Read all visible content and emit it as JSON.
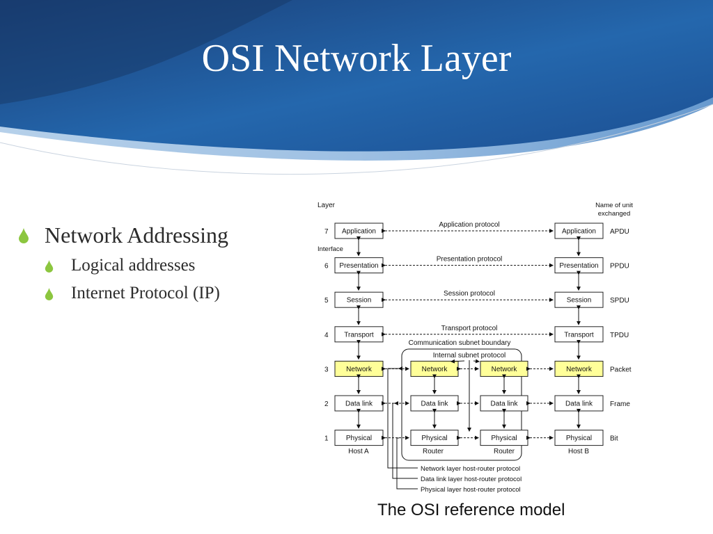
{
  "slide": {
    "title": "OSI Network Layer",
    "bullet_icon": "water-drop-icon",
    "accent_color": "#8cc63f",
    "bullets": [
      {
        "text": "Network Addressing",
        "sub": [
          "Logical addresses",
          "Internet Protocol (IP)"
        ]
      }
    ]
  },
  "diagram": {
    "header": {
      "layer": "Layer",
      "unit_name": "Name of unit exchanged"
    },
    "interface_label": "Interface",
    "layers": [
      {
        "num": "7",
        "name": "Application",
        "protocol": "Application protocol",
        "unit": "APDU"
      },
      {
        "num": "6",
        "name": "Presentation",
        "protocol": "Presentation protocol",
        "unit": "PPDU"
      },
      {
        "num": "5",
        "name": "Session",
        "protocol": "Session protocol",
        "unit": "SPDU"
      },
      {
        "num": "4",
        "name": "Transport",
        "protocol": "Transport protocol",
        "unit": "TPDU"
      },
      {
        "num": "3",
        "name": "Network",
        "unit": "Packet"
      },
      {
        "num": "2",
        "name": "Data link",
        "unit": "Frame"
      },
      {
        "num": "1",
        "name": "Physical",
        "unit": "Bit"
      }
    ],
    "subnet_boundary": "Communication subnet boundary",
    "internal_protocol": "Internal subnet protocol",
    "host_a": "Host A",
    "host_b": "Host B",
    "router": "Router",
    "host_router_protocols": [
      "Network layer host-router protocol",
      "Data link layer host-router protocol",
      "Physical layer host-router protocol"
    ],
    "highlight_color": "#ffff99",
    "caption": "The OSI reference model"
  }
}
